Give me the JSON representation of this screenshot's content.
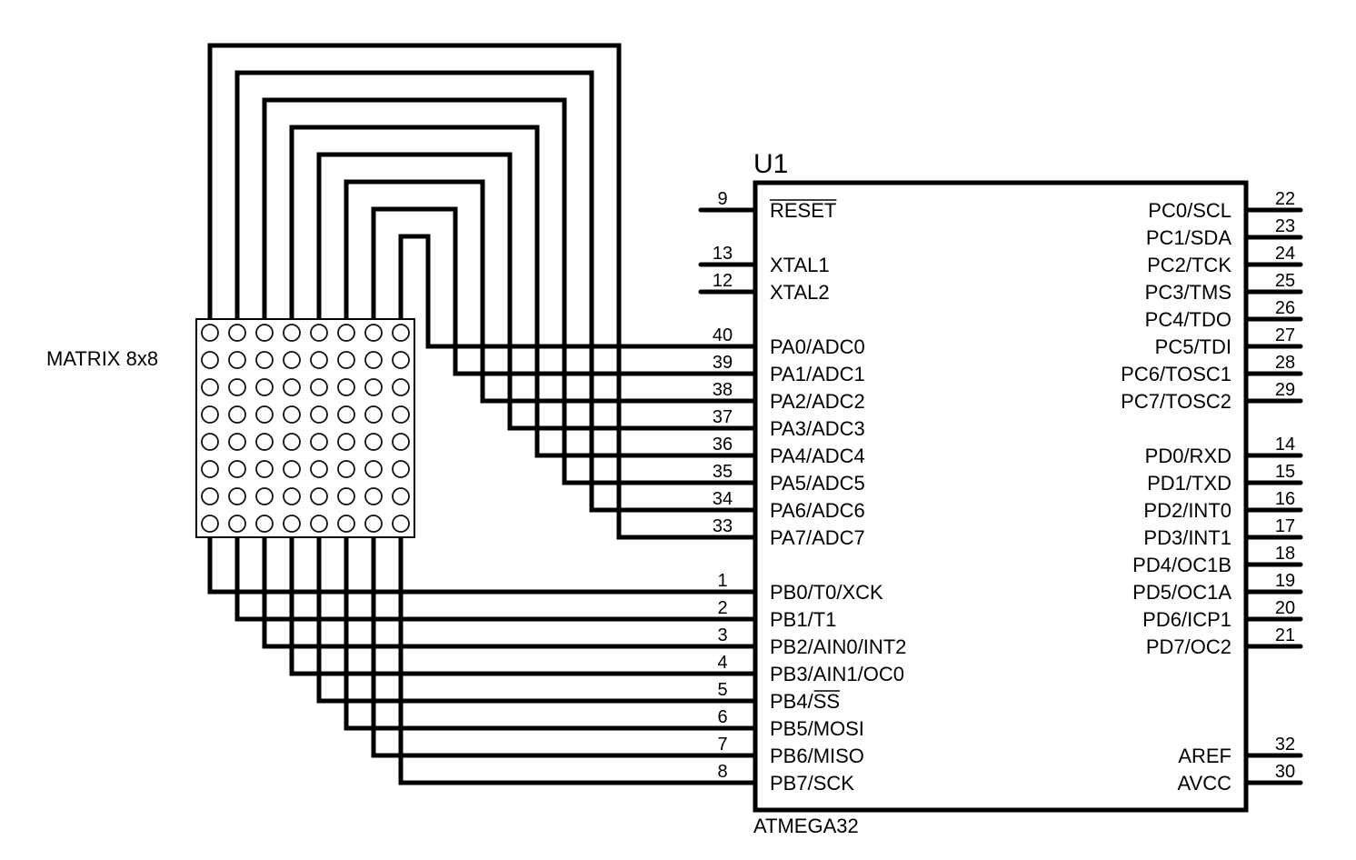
{
  "matrix": {
    "label": "MATRIX 8x8",
    "rows": 8,
    "cols": 8
  },
  "chip": {
    "ref": "U1",
    "part": "ATMEGA32",
    "left_pins": [
      {
        "num": "9",
        "name": "RESET",
        "overline": true
      },
      {
        "num": "13",
        "name": "XTAL1"
      },
      {
        "num": "12",
        "name": "XTAL2"
      },
      {
        "num": "40",
        "name": "PA0/ADC0"
      },
      {
        "num": "39",
        "name": "PA1/ADC1"
      },
      {
        "num": "38",
        "name": "PA2/ADC2"
      },
      {
        "num": "37",
        "name": "PA3/ADC3"
      },
      {
        "num": "36",
        "name": "PA4/ADC4"
      },
      {
        "num": "35",
        "name": "PA5/ADC5"
      },
      {
        "num": "34",
        "name": "PA6/ADC6"
      },
      {
        "num": "33",
        "name": "PA7/ADC7"
      },
      {
        "num": "1",
        "name": "PB0/T0/XCK"
      },
      {
        "num": "2",
        "name": "PB1/T1"
      },
      {
        "num": "3",
        "name": "PB2/AIN0/INT2"
      },
      {
        "num": "4",
        "name": "PB3/AIN1/OC0"
      },
      {
        "num": "5",
        "name": "PB4/SS",
        "overline_part": "SS"
      },
      {
        "num": "6",
        "name": "PB5/MOSI"
      },
      {
        "num": "7",
        "name": "PB6/MISO"
      },
      {
        "num": "8",
        "name": "PB7/SCK"
      }
    ],
    "right_pins": [
      {
        "num": "22",
        "name": "PC0/SCL"
      },
      {
        "num": "23",
        "name": "PC1/SDA"
      },
      {
        "num": "24",
        "name": "PC2/TCK"
      },
      {
        "num": "25",
        "name": "PC3/TMS"
      },
      {
        "num": "26",
        "name": "PC4/TDO"
      },
      {
        "num": "27",
        "name": "PC5/TDI"
      },
      {
        "num": "28",
        "name": "PC6/TOSC1"
      },
      {
        "num": "29",
        "name": "PC7/TOSC2"
      },
      {
        "num": "14",
        "name": "PD0/RXD"
      },
      {
        "num": "15",
        "name": "PD1/TXD"
      },
      {
        "num": "16",
        "name": "PD2/INT0"
      },
      {
        "num": "17",
        "name": "PD3/INT1"
      },
      {
        "num": "18",
        "name": "PD4/OC1B"
      },
      {
        "num": "19",
        "name": "PD5/OC1A"
      },
      {
        "num": "20",
        "name": "PD6/ICP1"
      },
      {
        "num": "21",
        "name": "PD7/OC2"
      },
      {
        "num": "32",
        "name": "AREF"
      },
      {
        "num": "30",
        "name": "AVCC"
      }
    ]
  },
  "connections": {
    "matrix_top_columns_to": [
      "PA7",
      "PA6",
      "PA5",
      "PA4",
      "PA3",
      "PA2",
      "PA1",
      "PA0"
    ],
    "matrix_bottom_columns_to": [
      "PB0",
      "PB1",
      "PB2",
      "PB3",
      "PB4",
      "PB5",
      "PB6",
      "PB7"
    ]
  }
}
